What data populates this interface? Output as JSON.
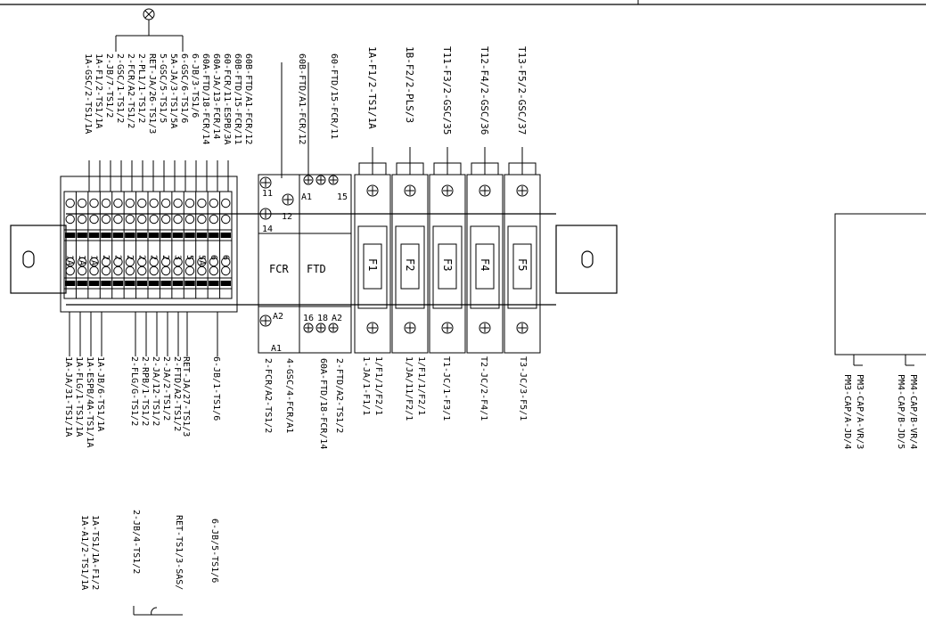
{
  "top_bus_labels": [
    "1A-GSC/2-TS1/1A",
    "1A-F1/2-TS1/1A",
    "2-JB/7-TS1/2",
    "2-GSC/1-TS1/2",
    "2-FCR/A2-TS1/2",
    "2-PL1/1-TS1/2",
    "RET-JA/26-TS1/3",
    "5-GSC/5-TS1/5",
    "5A-JA/3-TS1/5A",
    "6-GSC/6-TS1/6",
    "6-JB/3-TS1/6",
    "60A-FTD/18-FCR/14",
    "60A-JA/13-FCR/14",
    "60-FCR/11-ESPB/3A",
    "60B-FTD/15-FCR/11",
    "60B-FTD/A1-FCR/12",
    "60B-FTD/A1-FCR/12",
    "60-FTD/15-FCR/11"
  ],
  "top_fuse_labels": [
    "1A-F1/2-TS1/1A",
    "1B-F2/2-PLS/3",
    "T11-F3/2-GSC/35",
    "T12-F4/2-GSC/36",
    "T13-F5/2-GSC/37"
  ],
  "terminal_block_labels": [
    "1A",
    "1A",
    "1A",
    "2",
    "2",
    "2",
    "2",
    "2",
    "2",
    "3",
    "5",
    "5A",
    "6",
    "6"
  ],
  "relays": {
    "fcr": "FCR",
    "ftd": "FTD"
  },
  "relay_terminals": {
    "t11": "11",
    "t12": "12",
    "t14": "14",
    "a1": "A1",
    "t15": "15",
    "a2": "A2",
    "a1b": "A1",
    "t16": "16",
    "t18": "18",
    "a2b": "A2"
  },
  "fuses": [
    "F1",
    "F2",
    "F3",
    "F4",
    "F5"
  ],
  "bottom_terminal_labels": [
    "1A-JA/31-TS1/1A",
    "1A-FLG/1-TS1/1A",
    "1A-ESPB/4A-TS1/1A",
    "1A-JB/6-TS1/1A",
    "2-FLG/G-TS1/2",
    "2-RPB/1-TS1/2",
    "2-JA/12-TS1/2",
    "2-JA/2-TS1/2",
    "2-FTD/A2-TS1/2",
    "RET-JA/27-TS1/3",
    "6-JB/1-TS1/6"
  ],
  "bottom_terminal_labels_2": [
    "1A-A1/2-TS1/1A",
    "1A-TS1/1A-F1/2",
    "2-JB/4-TS1/2",
    "RET-TS1/3-SAS/",
    "6-JB/5-TS1/6"
  ],
  "bottom_relay_labels": [
    "2-FCR/A2-TS1/2",
    "4-GSC/4-FCR/A1",
    "60A-FTD/18-FCR/14",
    "2-FTD/A2-TS1/2"
  ],
  "bottom_fuse_labels": [
    "1-JA/1-F1/1",
    "1/F1/1/F2/1",
    "1/JA/11/F2/1",
    "1/F1/1/F2/1",
    "T1-JC/1-F3/1",
    "T2-JC/2-F4/1",
    "T3-JC/3-F5/1"
  ],
  "right_panel_labels": [
    "PM3-CAP/A-JD/4",
    "PM3-CAP/A-VR/3",
    "PM4-CAP/B-JD/5",
    "PM4-CAP/B-VR/4"
  ]
}
